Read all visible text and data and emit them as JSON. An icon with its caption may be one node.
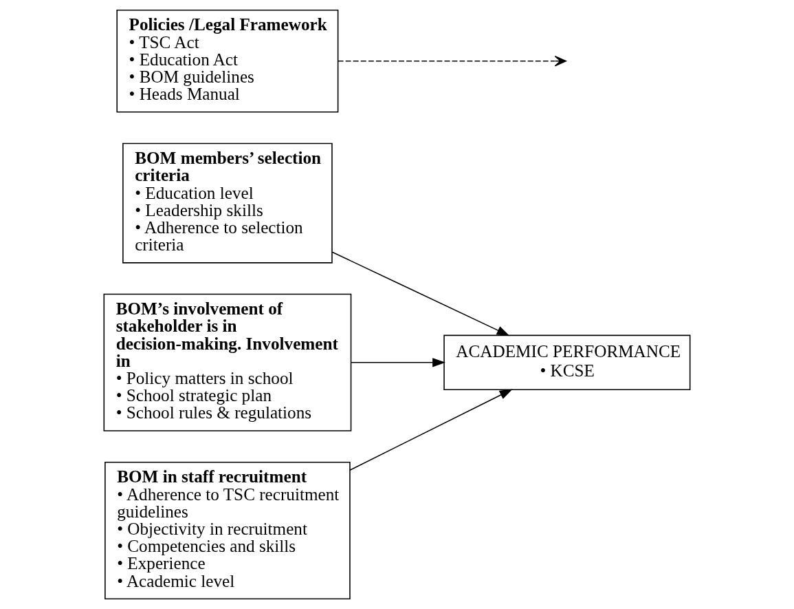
{
  "diagram": {
    "nodes": [
      {
        "text": [
          "BOM members’ selection criteria",
          "• Education level",
          "• Leadership skills",
          "• Adherence to selection criteria"
        ]
      },
      {
        "text": [
          "Policies /Legal Framework",
          "• TSC Act",
          "• Education Act",
          "• BOM guidelines",
          "• Heads Manual"
        ]
      },
      {
        "text": [
          "BOM’s involvement of stakeholder is in decision-making. Involvement in",
          "• Policy matters in school",
          "• School strategic plan",
          "• School rules & regulations"
        ]
      },
      {
        "text": [
          "ACADEMIC PERFORMANCE",
          "• KCSE"
        ]
      },
      {
        "text": [
          "BOM in staff recruitment",
          "• Adherence to TSC recruitment guidelines",
          "• Objectivity in recruitment",
          "• Competencies and skills",
          "• Experience",
          "• Academic level"
        ]
      }
    ],
    "edges": [
      {
        "from": 0,
        "to": 3,
        "arrow": "to"
      },
      {
        "from": 2,
        "to": 3,
        "arrow": "to"
      },
      {
        "from": 4,
        "to": 3,
        "arrow": "to"
      },
      {
        "from": 1,
        "to": null,
        "arrow": "to",
        "style": "dashed"
      }
    ]
  }
}
